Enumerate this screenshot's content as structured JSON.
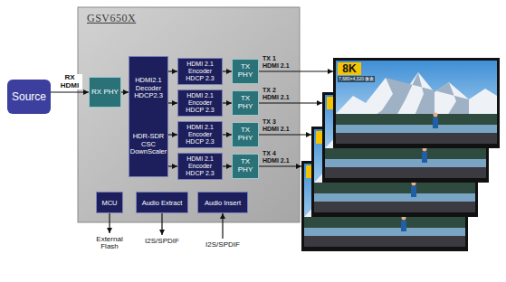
{
  "diagram": {
    "nodes": [
      {
        "text": [
          "Source"
        ]
      },
      {
        "text": [
          "GSV650X"
        ]
      },
      {
        "text": [
          "RX PHY"
        ],
        "in": 1
      },
      {
        "text": [
          "HDMI2.1 Decoder HDCP2.3",
          "HDR-SDR CSC DownScaler"
        ],
        "in": 1
      },
      {
        "text": [
          "HDMI 2.1 Encoder HDCP 2.3"
        ],
        "in": 1
      },
      {
        "text": [
          "HDMI 2.1 Encoder HDCP 2.3"
        ],
        "in": 1
      },
      {
        "text": [
          "HDMI 2.1 Encoder HDCP 2.3"
        ],
        "in": 1
      },
      {
        "text": [
          "HDMI 2.1 Encoder HDCP 2.3"
        ],
        "in": 1
      },
      {
        "text": [
          "TX PHY"
        ],
        "in": 1
      },
      {
        "text": [
          "TX PHY"
        ],
        "in": 1
      },
      {
        "text": [
          "TX PHY"
        ],
        "in": 1
      },
      {
        "text": [
          "TX PHY"
        ],
        "in": 1
      },
      {
        "text": [
          "MCU"
        ],
        "in": 1
      },
      {
        "text": [
          "Audio Extract"
        ],
        "in": 1
      },
      {
        "text": [
          "Audio Insert"
        ],
        "in": 1
      }
    ],
    "edges": [
      {
        "from": 0,
        "to": 2,
        "label": "RX HDMI",
        "arrow": "to"
      },
      {
        "from": 2,
        "to": 3,
        "arrow": "to"
      },
      {
        "from": 3,
        "to": 4,
        "arrow": "to"
      },
      {
        "from": 3,
        "to": 5,
        "arrow": "to"
      },
      {
        "from": 3,
        "to": 6,
        "arrow": "to"
      },
      {
        "from": 3,
        "to": 7,
        "arrow": "to"
      },
      {
        "from": 4,
        "to": 8,
        "arrow": "to"
      },
      {
        "from": 5,
        "to": 9,
        "arrow": "to"
      },
      {
        "from": 6,
        "to": 10,
        "arrow": "to"
      },
      {
        "from": 7,
        "to": 11,
        "arrow": "to"
      }
    ],
    "labels": [
      "TX 1 HDMI 2.1",
      "TX 2 HDMI 2.1",
      "TX 3 HDMI 2.1",
      "TX 4 HDMI 2.1",
      "8K",
      "7,680×4,320 像素",
      "External Flash",
      "I2S/SPDIF",
      "I2S/SPDIF"
    ]
  }
}
